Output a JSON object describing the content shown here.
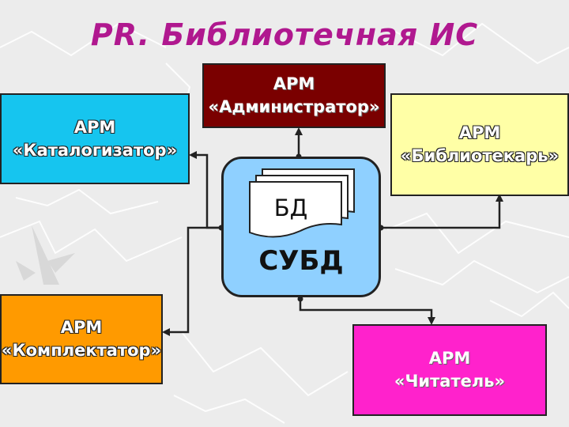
{
  "title": "PR. Библиотечная ИС",
  "nodes": {
    "admin": {
      "line1": "АРМ",
      "line2": "«Администратор»"
    },
    "cataloger": {
      "line1": "АРМ",
      "line2": "«Каталогизатор»"
    },
    "librarian": {
      "line1": "АРМ",
      "line2": "«Библиотекарь»"
    },
    "acquisitions": {
      "line1": "АРМ",
      "line2": "«Комплектатор»"
    },
    "reader": {
      "line1": "АРМ",
      "line2": "«Читатель»"
    }
  },
  "center": {
    "db_label": "БД",
    "dbms_label": "СУБД"
  },
  "colors": {
    "title": "#b0188f",
    "admin": "#7a0000",
    "cataloger": "#16c5ef",
    "librarian": "#ffffa6",
    "acquisitions": "#ff9a00",
    "reader": "#ff22cc",
    "dbms": "#8fd0ff",
    "db_docs": "#ffffff"
  }
}
